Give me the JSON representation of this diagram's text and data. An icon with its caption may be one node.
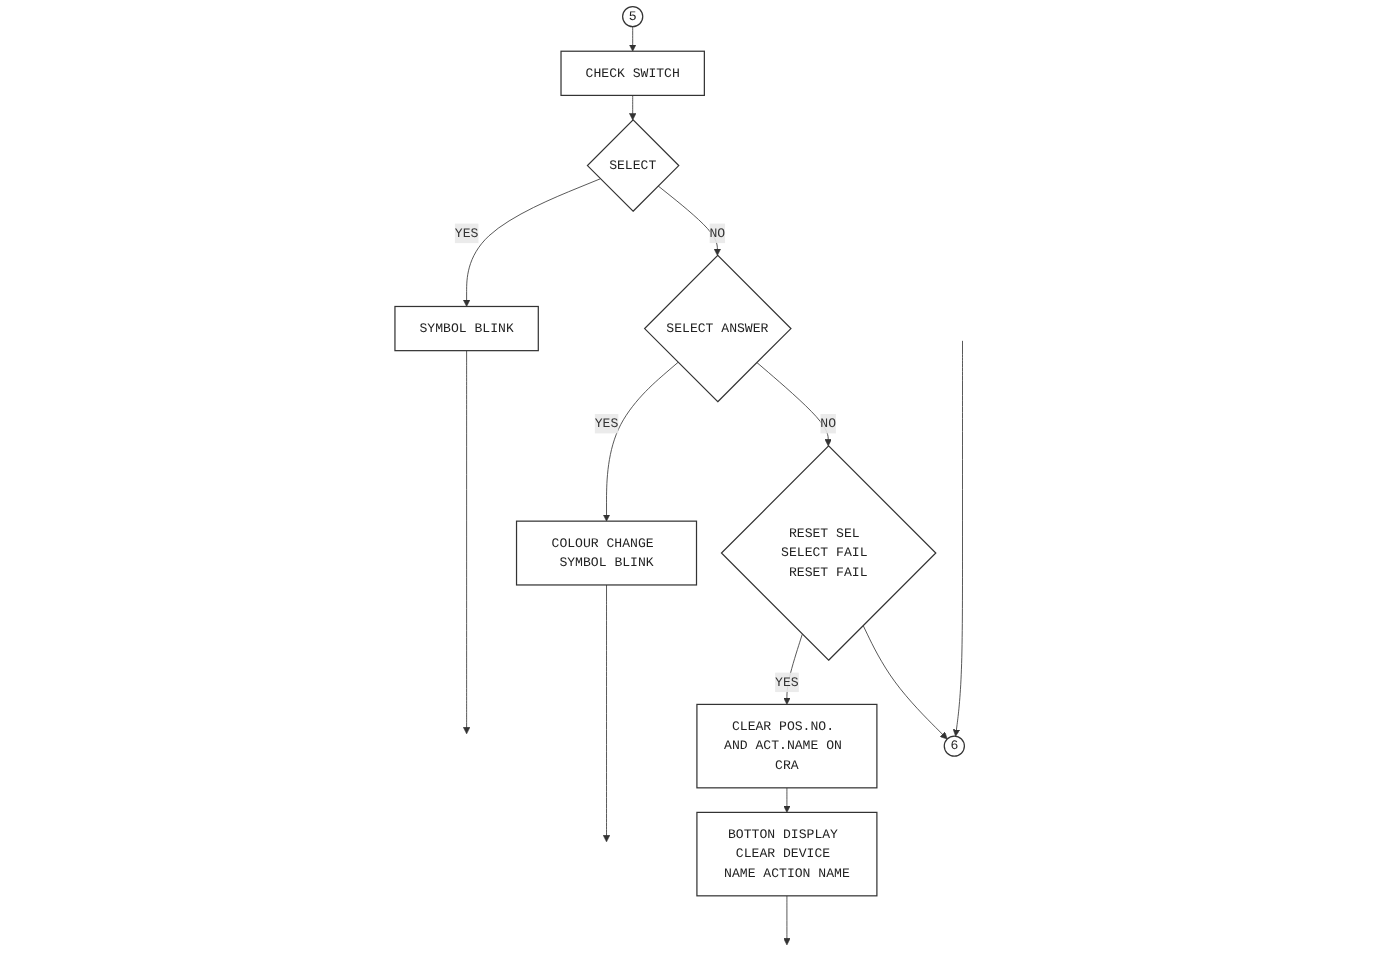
{
  "diagram": {
    "nodes": [
      {
        "text": [
          "5"
        ]
      },
      {
        "text": [
          "CHECK SWITCH"
        ]
      },
      {
        "text": [
          "SELECT"
        ]
      },
      {
        "text": [
          "SYMBOL BLINK"
        ]
      },
      {
        "text": [
          "SELECT ANSWER"
        ]
      },
      {
        "text": [
          "COLOUR CHANGE SYMBOL BLINK"
        ]
      },
      {
        "text": [
          "RESET SEL SELECT FAIL RESET FAIL"
        ]
      },
      {
        "text": [
          "CLEAR POS.NO. AND ACT.NAME ON CRA"
        ]
      },
      {
        "text": [
          "BOTTON DISPLAY CLEAR DEVICE NAME ACTION NAME"
        ]
      },
      {
        "text": [
          "6"
        ]
      }
    ],
    "edges": [
      {
        "from": 0,
        "to": 1,
        "arrow": "to"
      },
      {
        "from": 1,
        "to": 2,
        "arrow": "to"
      },
      {
        "from": 2,
        "to": 3,
        "arrow": "to",
        "label": "YES"
      },
      {
        "from": 3,
        "to": null,
        "arrow": "to"
      },
      {
        "from": 2,
        "to": 4,
        "arrow": "to",
        "label": "NO"
      },
      {
        "from": 4,
        "to": 5,
        "arrow": "to",
        "label": "YES"
      },
      {
        "from": 5,
        "to": null,
        "arrow": "to"
      },
      {
        "from": 4,
        "to": 6,
        "arrow": "to",
        "label": "NO"
      },
      {
        "from": 6,
        "to": 7,
        "arrow": "to",
        "label": "YES"
      },
      {
        "from": 7,
        "to": 8,
        "arrow": "to"
      },
      {
        "from": 8,
        "to": null,
        "arrow": "to"
      },
      {
        "from": 6,
        "to": 9,
        "arrow": "to"
      },
      {
        "from": null,
        "to": 9,
        "arrow": "to"
      }
    ]
  }
}
